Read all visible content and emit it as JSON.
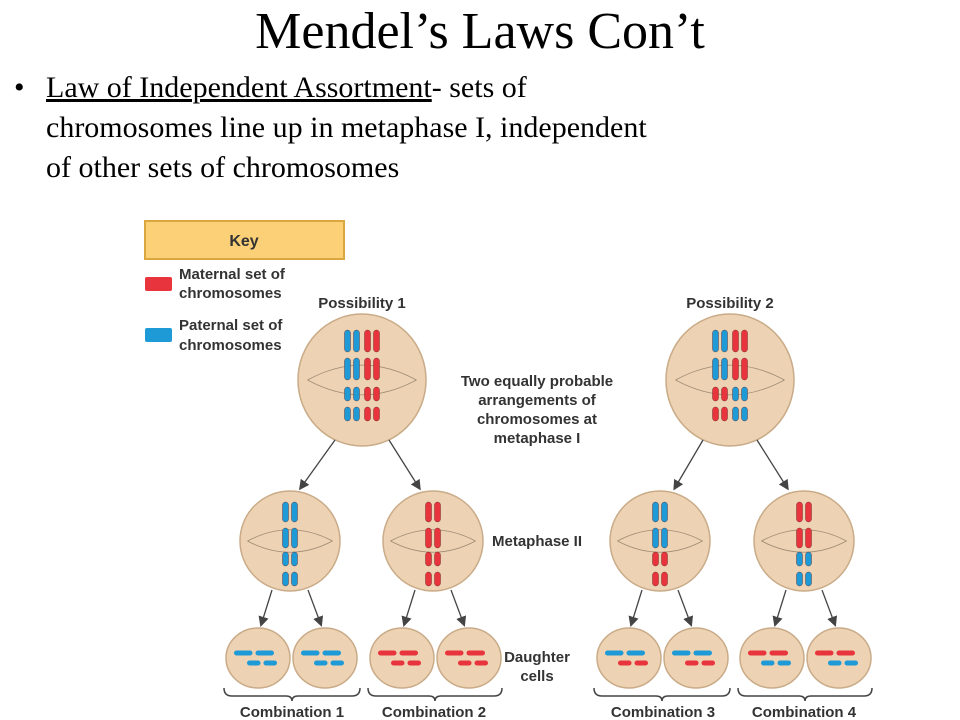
{
  "title": "Mendel’s Laws Con’t",
  "bullet": {
    "marker": "•",
    "term": "Law of Independent Assortment",
    "line1": "- sets of",
    "line2": "chromosomes line up in metaphase I, independent",
    "line3": "of other sets of chromosomes"
  },
  "diagram": {
    "key": {
      "title": "Key",
      "maternal_line1": "Maternal set of",
      "maternal_line2": "chromosomes",
      "paternal_line1": "Paternal set of",
      "paternal_line2": "chromosomes"
    },
    "possibility1": "Possibility 1",
    "possibility2": "Possibility 2",
    "center_note": [
      "Two equally probable",
      "arrangements of",
      "chromosomes at",
      "metaphase I"
    ],
    "metaphase2": "Metaphase II",
    "daughter": [
      "Daughter",
      "cells"
    ],
    "combinations": [
      "Combination 1",
      "Combination 2",
      "Combination 3",
      "Combination 4"
    ],
    "colors": {
      "maternal": "#e8343c",
      "paternal": "#1e9ad6",
      "cell_fill": "#edd3b4",
      "cell_edge": "#c9ab88",
      "key_fill": "#fbd076",
      "key_edge": "#d9a640"
    }
  }
}
